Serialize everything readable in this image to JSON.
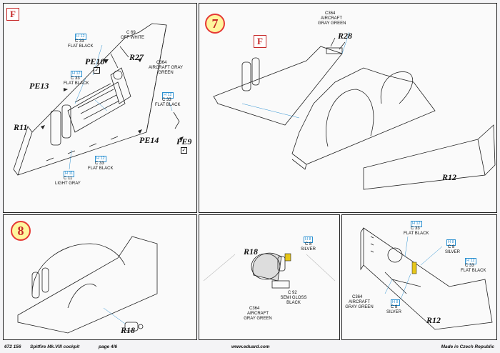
{
  "panels": {
    "tl": {
      "flag": "F",
      "paints": [
        {
          "h": "H 12",
          "c": "C 33",
          "name": "FLAT BLACK"
        },
        {
          "h": "",
          "c": "C 69",
          "name": "OFF WHITE"
        },
        {
          "h": "H 12",
          "c": "C 33",
          "name": "FLAT BLACK"
        },
        {
          "h": "",
          "c": "C364",
          "name": "AIRCRAFT GRAY GREEN"
        },
        {
          "h": "H 12",
          "c": "C 33",
          "name": "FLAT BLACK"
        },
        {
          "h": "H 12",
          "c": "C 33",
          "name": "FLAT BLACK"
        },
        {
          "h": "H 11",
          "c": "C 11",
          "name": "LIGHT GRAY"
        }
      ],
      "parts": [
        "PE10",
        "R27",
        "PE13",
        "R11",
        "PE14",
        "PE9"
      ]
    },
    "tr": {
      "step": "7",
      "flag": "F",
      "paint": {
        "c": "C364",
        "line1": "AIRCRAFT",
        "line2": "GRAY GREEN"
      },
      "parts": [
        "R28",
        "R12"
      ]
    },
    "bl": {
      "step": "8",
      "parts": [
        "R18"
      ]
    },
    "bm": {
      "parts": [
        "R18"
      ],
      "paints": [
        {
          "h": "H 8",
          "c": "C 8",
          "name": "SILVER"
        },
        {
          "h": "",
          "c": "C 92",
          "name": "SEMI GLOSS BLACK"
        },
        {
          "h": "",
          "c": "C364",
          "name": "AIRCRAFT GRAY GREEN"
        }
      ]
    },
    "br": {
      "parts": [
        "R12"
      ],
      "paints": [
        {
          "h": "H 12",
          "c": "C 33",
          "name": "FLAT BLACK"
        },
        {
          "h": "H 8",
          "c": "C 8",
          "name": "SILVER"
        },
        {
          "h": "H 12",
          "c": "C 33",
          "name": "FLAT BLACK"
        },
        {
          "h": "",
          "c": "C364",
          "name": "AIRCRAFT GRAY GREEN"
        },
        {
          "h": "H 8",
          "c": "C 8",
          "name": "SILVER"
        }
      ]
    }
  },
  "footer": {
    "code": "672 156",
    "title": "Spitfire Mk.VIII cockpit",
    "page": "page 4/6",
    "url": "www.eduard.com",
    "made": "Made in Czech Republic"
  },
  "colors": {
    "accent_red": "#c62828",
    "step_fill": "#fff59d",
    "paint_blue": "#2a8fd0",
    "ink": "#222222"
  }
}
